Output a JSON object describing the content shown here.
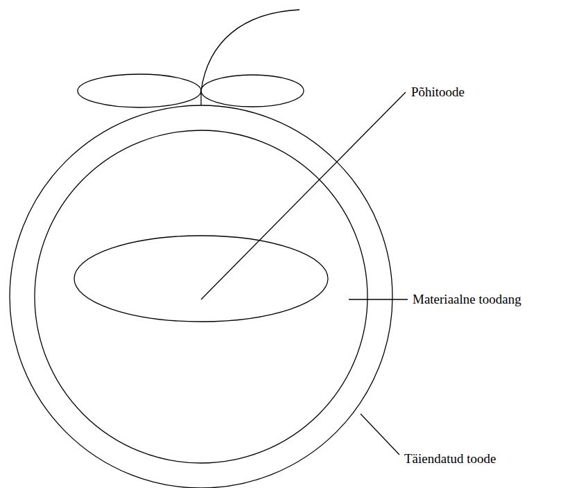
{
  "diagram": {
    "labels": [
      "Põhitoode",
      "Materiaalne toodang",
      "Täiendatud toode"
    ]
  }
}
